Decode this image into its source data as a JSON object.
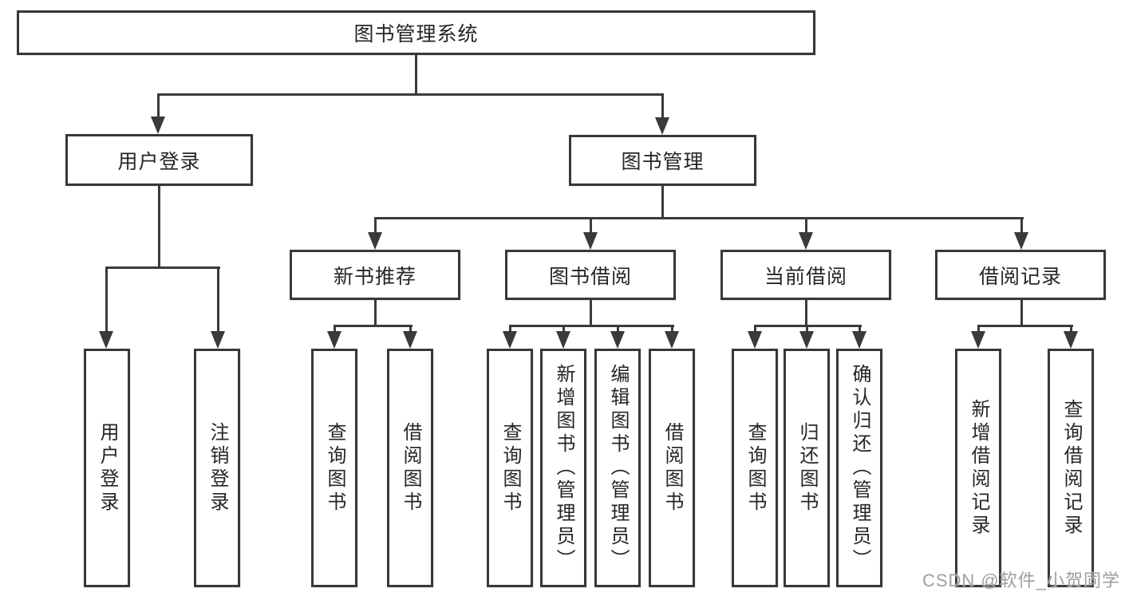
{
  "diagram": {
    "title": "图书管理系统",
    "watermark": "CSDN @软件_小贺同学",
    "colors": {
      "line": "#3a3a3a",
      "box_border": "#383838",
      "text": "#262626",
      "watermark": "#9e9e9e",
      "background": "#ffffff"
    },
    "nodes": {
      "root": {
        "label": "图书管理系统"
      },
      "user_login": {
        "label": "用户登录"
      },
      "book_mgmt": {
        "label": "图书管理"
      },
      "new_book_rec": {
        "label": "新书推荐"
      },
      "book_borrow": {
        "label": "图书借阅"
      },
      "current_borrow": {
        "label": "当前借阅"
      },
      "borrow_record": {
        "label": "借阅记录"
      },
      "leaf_user_login": {
        "label": "用户登录"
      },
      "leaf_logout": {
        "label": "注销登录"
      },
      "leaf_query_book_1": {
        "label": "查询图书"
      },
      "leaf_borrow_book_1": {
        "label": "借阅图书"
      },
      "leaf_query_book_2": {
        "label": "查询图书"
      },
      "leaf_add_book": {
        "label": "新增图书（管理员）"
      },
      "leaf_edit_book": {
        "label": "编辑图书（管理员）"
      },
      "leaf_borrow_book_2": {
        "label": "借阅图书"
      },
      "leaf_query_book_3": {
        "label": "查询图书"
      },
      "leaf_return_book": {
        "label": "归还图书"
      },
      "leaf_confirm_return": {
        "label": "确认归还（管理员）"
      },
      "leaf_add_record": {
        "label": "新增借阅记录"
      },
      "leaf_query_record": {
        "label": "查询借阅记录"
      }
    },
    "hierarchy": {
      "root": "图书管理系统",
      "children": [
        {
          "label": "用户登录",
          "children": [
            "用户登录",
            "注销登录"
          ]
        },
        {
          "label": "图书管理",
          "children": [
            {
              "label": "新书推荐",
              "children": [
                "查询图书",
                "借阅图书"
              ]
            },
            {
              "label": "图书借阅",
              "children": [
                "查询图书",
                "新增图书（管理员）",
                "编辑图书（管理员）",
                "借阅图书"
              ]
            },
            {
              "label": "当前借阅",
              "children": [
                "查询图书",
                "归还图书",
                "确认归还（管理员）"
              ]
            },
            {
              "label": "借阅记录",
              "children": [
                "新增借阅记录",
                "查询借阅记录"
              ]
            }
          ]
        }
      ]
    }
  }
}
